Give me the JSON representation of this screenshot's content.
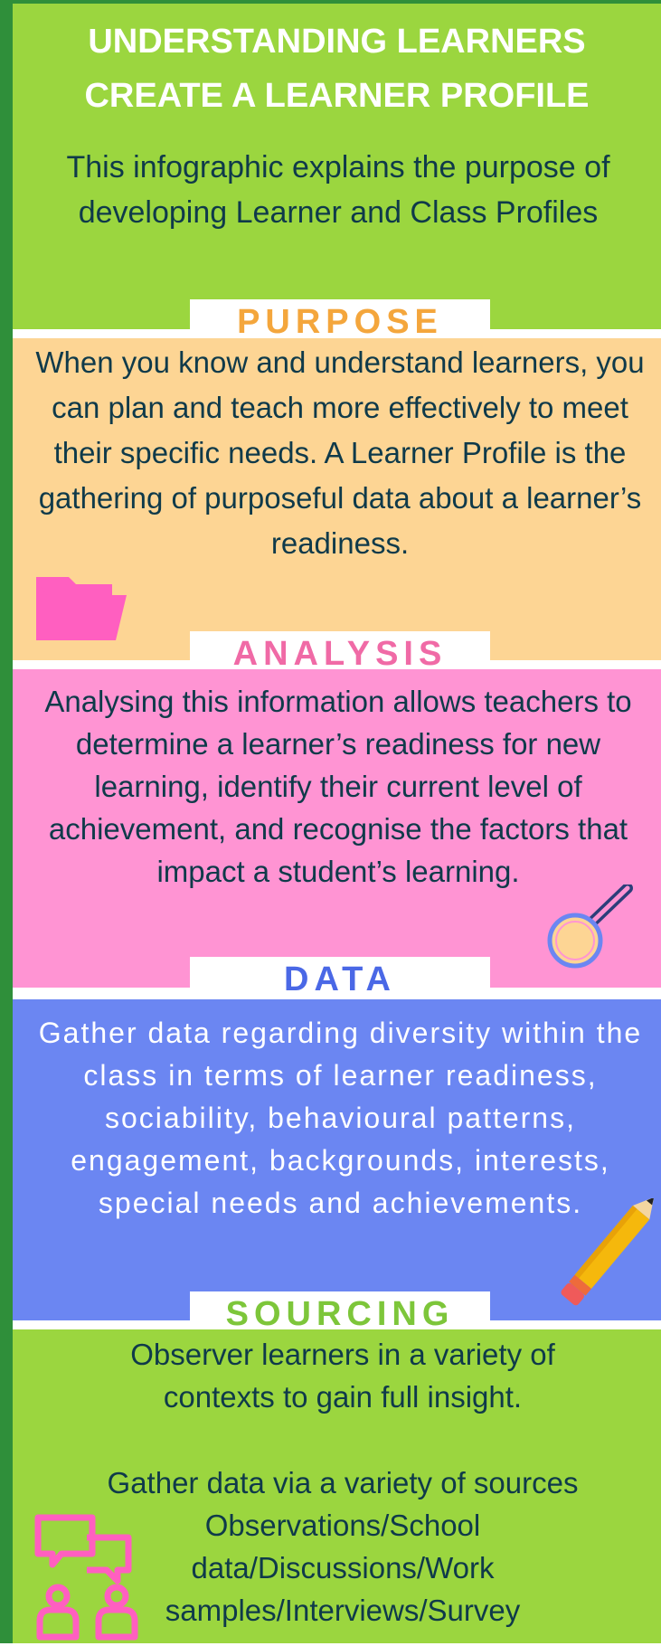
{
  "header": {
    "title_line1": "UNDERSTANDING LEARNERS",
    "title_line2": "CREATE A LEARNER PROFILE",
    "intro": "This infographic explains the purpose of developing Learner and Class Profiles"
  },
  "purpose": {
    "heading": "PURPOSE",
    "text": "When you know and understand learners, you can plan and teach more effectively to meet their specific needs. A Learner Profile is the gathering of purposeful data about a learner’s readiness.",
    "icon": "folder-icon"
  },
  "analysis": {
    "heading": "ANALYSIS",
    "text": "Analysing this information allows teachers to determine a learner’s readiness for new learning, identify their current level of achievement, and recognise the factors that impact a student’s learning.",
    "icon": "magnifying-glass-icon"
  },
  "data": {
    "heading": "DATA",
    "text": "Gather data regarding diversity within the class in terms of learner readiness, sociability, behavioural patterns, engagement, backgrounds, interests, special needs and achievements.",
    "icon": "pencil-icon"
  },
  "sourcing": {
    "heading": "SOURCING",
    "text1": "Observer learners in a variety of contexts to gain full insight.",
    "text2": "Gather data via a variety of sources Observations/School data/Discussions/Work samples/Interviews/Survey",
    "icon": "people-conversation-icon"
  },
  "colors": {
    "frame": "#2f8f3a",
    "green": "#9bd63f",
    "peach": "#fdd594",
    "pink": "#ff94d3",
    "blue": "#6b86f2",
    "purpose_heading": "#f4a63c",
    "analysis_heading": "#f06aa6",
    "data_heading": "#4a68e6",
    "sourcing_heading": "#7dc63a"
  }
}
